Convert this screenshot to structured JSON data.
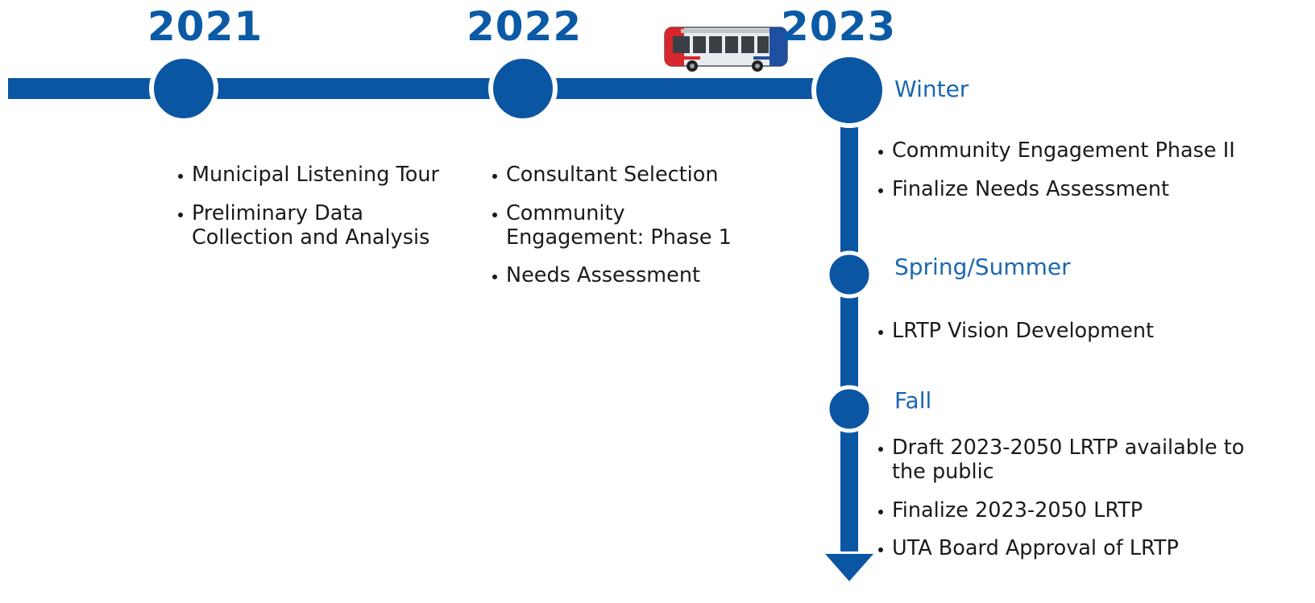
{
  "colors": {
    "line": "#0b56a2",
    "year_text": "#0b5aa6",
    "season_text": "#1b67b1",
    "body_text": "#1a1a1a"
  },
  "years": [
    "2021",
    "2022",
    "2023"
  ],
  "year_columns": [
    {
      "year": "2021",
      "items": [
        "Municipal Listening Tour",
        "Preliminary Data Collection and Analysis"
      ]
    },
    {
      "year": "2022",
      "items": [
        "Consultant Selection",
        "Community Engagement: Phase 1",
        "Needs Assessment"
      ]
    }
  ],
  "seasons": [
    {
      "label": "Winter",
      "items": [
        "Community Engagement Phase II",
        "Finalize Needs Assessment"
      ]
    },
    {
      "label": "Spring/Summer",
      "items": [
        "LRTP Vision Development"
      ]
    },
    {
      "label": "Fall",
      "items": [
        "Draft 2023-2050 LRTP available to the public",
        "Finalize 2023-2050 LRTP",
        "UTA Board Approval of LRTP"
      ]
    }
  ],
  "icons": {
    "bus": "bus-icon"
  }
}
